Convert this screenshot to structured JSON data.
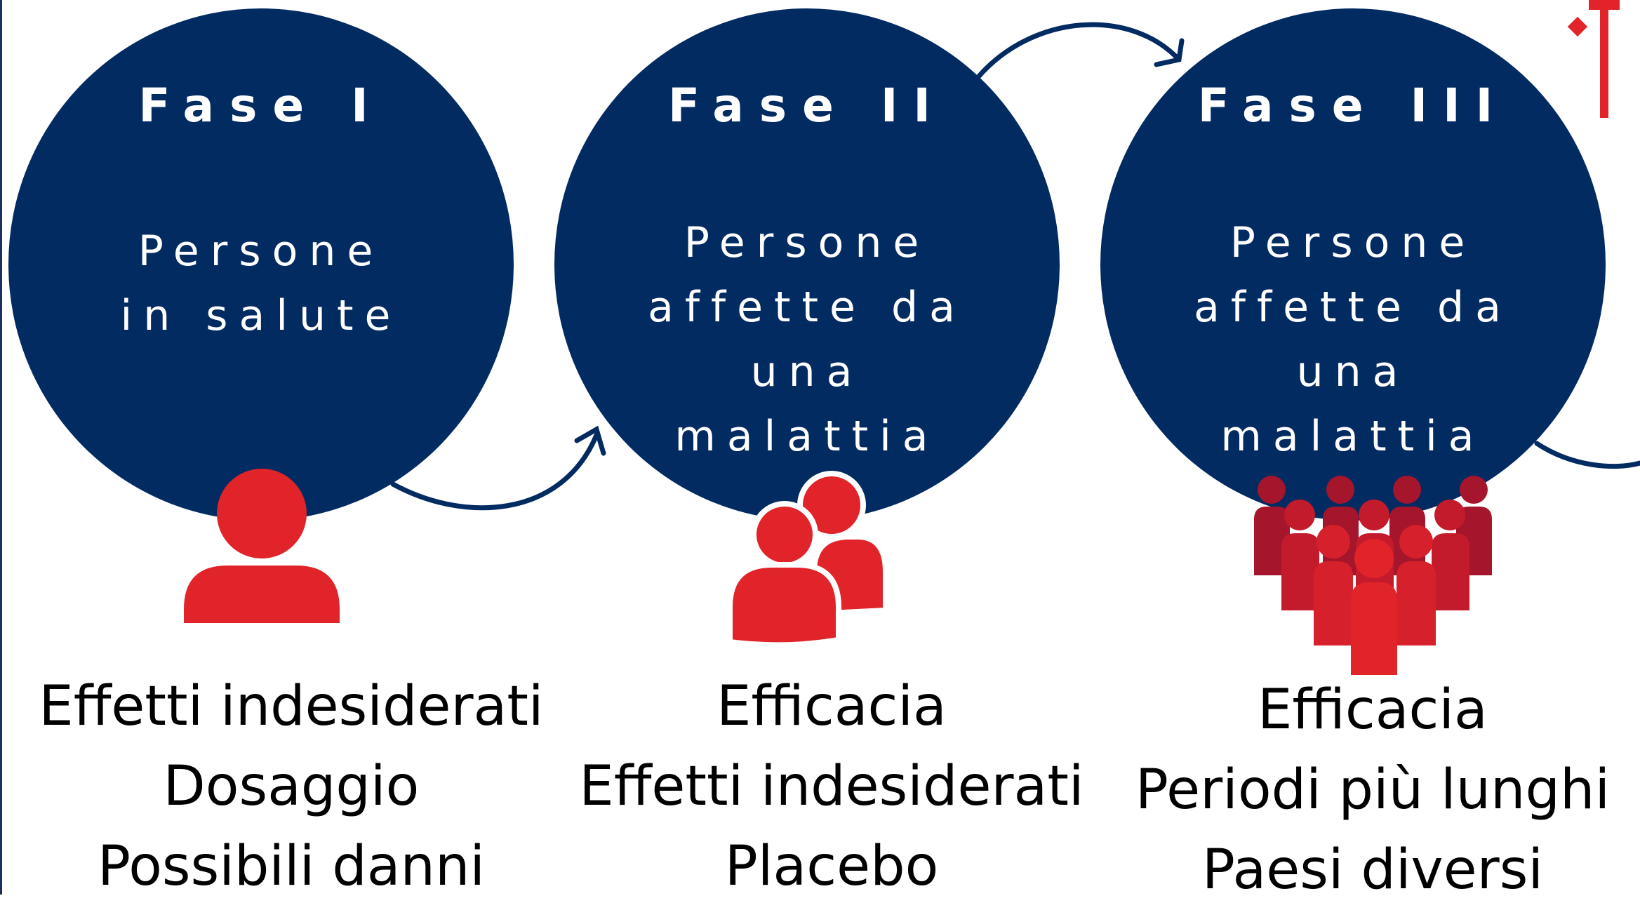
{
  "colors": {
    "navy": "#022b61",
    "red": "#e1232a",
    "dark_red": "#a5152b"
  },
  "phases": [
    {
      "title": "Fase I",
      "desc": [
        "Persone",
        "in salute"
      ],
      "icon": "person-icon",
      "items": [
        "Effetti indesiderati",
        "Dosaggio",
        "Possibili danni"
      ]
    },
    {
      "title": "Fase II",
      "desc": [
        "Persone",
        "affette da",
        "una",
        "malattia"
      ],
      "icon": "two-people-icon",
      "items": [
        "Efficacia",
        "Effetti indesiderati",
        "Placebo"
      ]
    },
    {
      "title": "Fase III",
      "desc": [
        "Persone",
        "affette da",
        "una",
        "malattia"
      ],
      "icon": "crowd-icon",
      "items": [
        "Efficacia",
        "Periodi più lunghi",
        "Paesi diversi"
      ]
    }
  ]
}
